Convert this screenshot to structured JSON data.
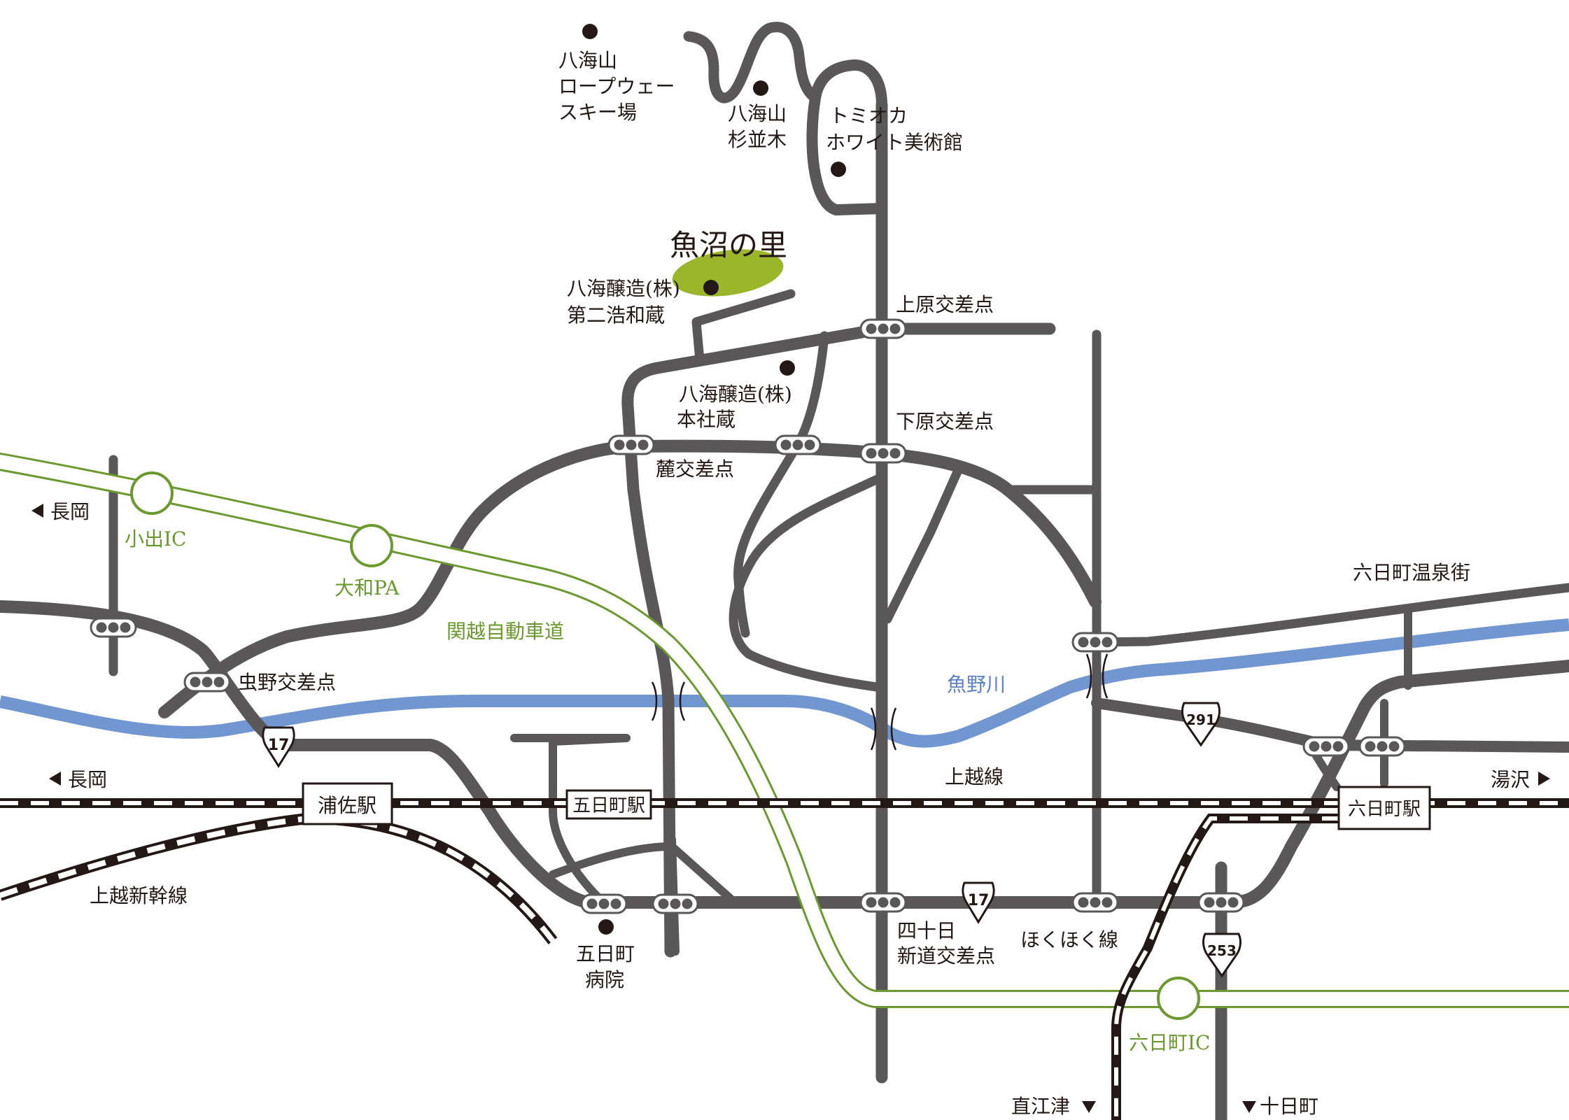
{
  "colors": {
    "road": "#595757",
    "river": "#7196d0",
    "expressway": "#6a9a2e",
    "highlight": "#9cb62b",
    "rail": "#231815",
    "text": "#231815",
    "expressway_text": "#6a9a2e",
    "river_text": "#5b82c4"
  },
  "highlight": {
    "name": "魚沼の里",
    "brewery": [
      "八海醸造(株)",
      "第二浩和蔵"
    ]
  },
  "landmarks": {
    "ropeway": [
      "八海山",
      "ロープウェー",
      "スキー場"
    ],
    "sugi": [
      "八海山",
      "杉並木"
    ],
    "museum": [
      "トミオカ",
      "ホワイト美術館"
    ],
    "honsha": [
      "八海醸造(株)",
      "本社蔵"
    ],
    "hospital": [
      "五日町",
      "病院"
    ]
  },
  "intersections": {
    "uehara": "上原交差点",
    "shimohara": "下原交差点",
    "fumoto": "麓交差点",
    "mushino": "虫野交差点",
    "yosokashinmichi": [
      "四十日",
      "新道交差点"
    ]
  },
  "expressway": {
    "name": "関越自動車道",
    "koide": "小出IC",
    "yamato": "大和PA",
    "muikamachi": "六日町IC"
  },
  "river": {
    "name": "魚野川"
  },
  "rail": {
    "joetsu": "上越線",
    "shinkansen": "上越新幹線",
    "hokuhoku": "ほくほく線"
  },
  "stations": {
    "urasa": "浦佐駅",
    "itsukamachi": "五日町駅",
    "muikamachi": "六日町駅"
  },
  "route_shields": {
    "r17a": "17",
    "r17b": "17",
    "r291": "291",
    "r253": "253"
  },
  "directions": {
    "nagaoka_upper": "長岡",
    "nagaoka_lower": "長岡",
    "yuzawa": "湯沢",
    "naoetsu": "直江津",
    "tokamachi": "十日町"
  },
  "places": {
    "onsen": "六日町温泉街"
  },
  "icons": [
    "traffic-signal-icon",
    "landmark-dot-icon",
    "route-shield-icon",
    "direction-arrow-icon",
    "station-box-icon",
    "interchange-ring-icon"
  ]
}
